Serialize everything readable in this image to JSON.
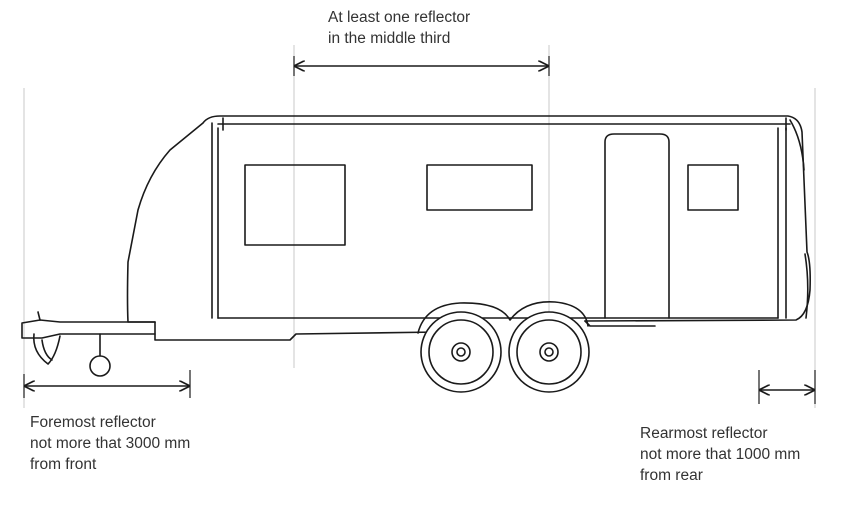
{
  "annotations": {
    "middle": [
      "At least one reflector",
      "in the middle third"
    ],
    "front": [
      "Foremost reflector",
      "not more that 3000 mm",
      "from front"
    ],
    "rear": [
      "Rearmost reflector",
      "not more that 1000 mm",
      "from rear"
    ]
  }
}
